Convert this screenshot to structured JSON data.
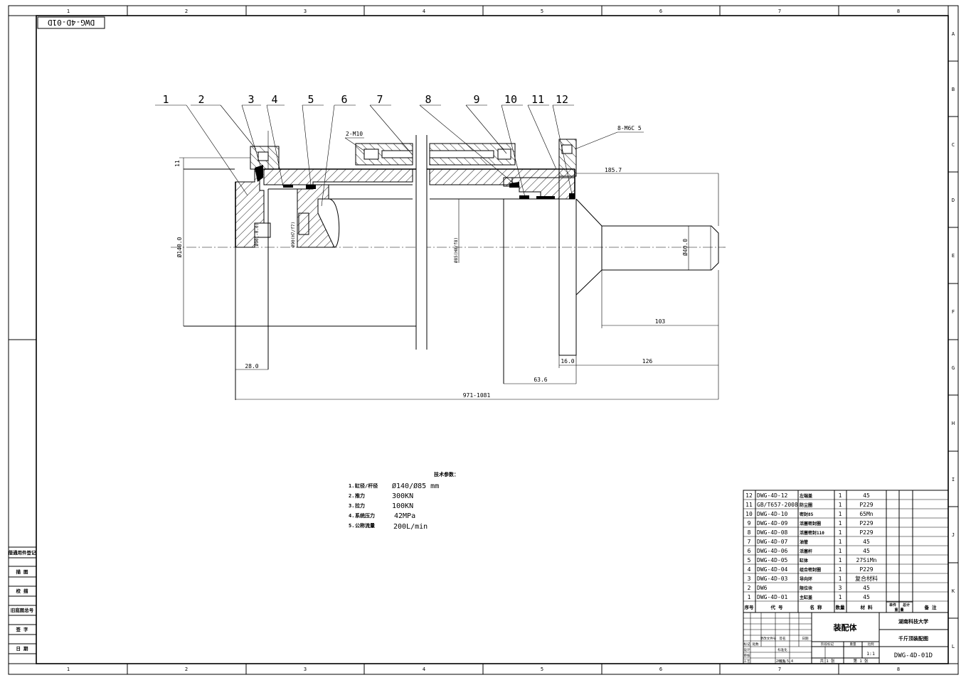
{
  "sheet": {
    "drawing_code_stamp": "DWG-4D-01D",
    "zone_columns": [
      "1",
      "2",
      "3",
      "4",
      "5",
      "6",
      "7",
      "8"
    ],
    "zone_rows": [
      "A",
      "B",
      "C",
      "D",
      "E",
      "F",
      "G",
      "H",
      "I",
      "J",
      "K",
      "L"
    ]
  },
  "balloons": [
    "1",
    "2",
    "3",
    "4",
    "5",
    "6",
    "7",
    "8",
    "9",
    "10",
    "11",
    "12"
  ],
  "callouts": {
    "bolt_top": "2-M10",
    "bolt_right": "8-M6C  5",
    "lead_in": "11"
  },
  "dimensions": {
    "dia_left": "Ø140.0",
    "dia_rod": "Ø40.0",
    "dia_a": "Ø90(-0.0)",
    "dia_b": "Ø90(H7/f7)",
    "dia_c": "Ø85(H8/f8)",
    "len_185": "185.7",
    "len_103": "103",
    "len_126": "126",
    "len_16": "16.0",
    "len_28": "28.0",
    "len_63": "63.6",
    "len_total": "971-1081"
  },
  "tech_params": {
    "title": "技术参数：",
    "items": [
      {
        "n": "1.",
        "label": "缸径/杆径",
        "value": "Ø140/Ø85  mm"
      },
      {
        "n": "2.",
        "label": "推力",
        "value": "300KN"
      },
      {
        "n": "3.",
        "label": "拉力",
        "value": "100KN"
      },
      {
        "n": "4.",
        "label": "系统压力",
        "value": "42MPa"
      },
      {
        "n": "5.",
        "label": "公称流量",
        "value": "200L/min"
      }
    ]
  },
  "left_strip": [
    "借通用件登记",
    "描 图",
    "校 描",
    "旧底图总号",
    "签 字",
    "日 期"
  ],
  "parts_list": [
    {
      "no": "12",
      "code": "DWG-4D-12",
      "name": "左端盖",
      "qty": "1",
      "mat": "45"
    },
    {
      "no": "11",
      "code": "GB/T657-2008",
      "name": "防尘圈",
      "qty": "1",
      "mat": "P229"
    },
    {
      "no": "10",
      "code": "DWG-4D-10",
      "name": "密封85",
      "qty": "1",
      "mat": "65Mn"
    },
    {
      "no": "9",
      "code": "DWG-4D-09",
      "name": "活塞密封圈",
      "qty": "1",
      "mat": "P229"
    },
    {
      "no": "8",
      "code": "DWG-4D-08",
      "name": "活塞密封110",
      "qty": "1",
      "mat": "P229"
    },
    {
      "no": "7",
      "code": "DWG-4D-07",
      "name": "油管",
      "qty": "1",
      "mat": "45"
    },
    {
      "no": "6",
      "code": "DWG-4D-06",
      "name": "活塞杆",
      "qty": "1",
      "mat": "45"
    },
    {
      "no": "5",
      "code": "DWG-4D-05",
      "name": "缸体",
      "qty": "1",
      "mat": "27SiMn"
    },
    {
      "no": "4",
      "code": "DWG-4D-04",
      "name": "组合密封圈",
      "qty": "1",
      "mat": "P229"
    },
    {
      "no": "3",
      "code": "DWG-4D-03",
      "name": "导向环",
      "qty": "1",
      "mat": "复合材料"
    },
    {
      "no": "2",
      "code": "DW6",
      "name": "限位块",
      "qty": "3",
      "mat": "45"
    },
    {
      "no": "1",
      "code": "DWG-4D-01",
      "name": "主缸盖",
      "qty": "1",
      "mat": "45"
    }
  ],
  "parts_header": {
    "no": "序号",
    "code": "代 号",
    "name": "名 称",
    "qty": "数量",
    "mat": "材 料",
    "w1": "单件",
    "w2": "总计",
    "w_unit": "重 量",
    "remark": "备 注"
  },
  "title_block": {
    "assembly": "装配体",
    "school": "湖南科技大学",
    "drawing_name": "千斤顶装配图",
    "drawing_code": "DWG-4D-01D",
    "scale": "1:1",
    "date": "2015.5.4",
    "sheet_total": "共 1 张",
    "sheet_no": "第 1 张",
    "labels": {
      "mark": "标记",
      "count": "处数",
      "zone": "更改文件号",
      "sign": "签名",
      "date": "日期",
      "stage": "阶段标记",
      "weight": "重量",
      "ratio": "比例",
      "design": "设计",
      "check": "审核",
      "process": "工艺",
      "std": "标准化",
      "approve": "批准"
    }
  }
}
